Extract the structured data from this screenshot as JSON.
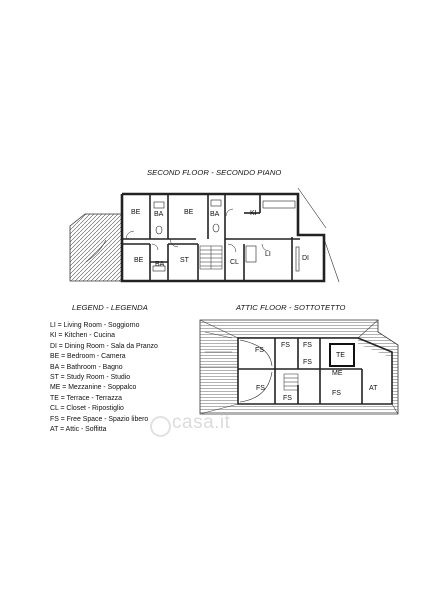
{
  "headings": {
    "second_floor": "SECOND FLOOR - SECONDO PIANO",
    "legend": "LEGEND - LEGENDA",
    "attic_floor": "ATTIC FLOOR - SOTTOTETTO"
  },
  "second_floor_rooms": {
    "be1": "BE",
    "ba1": "BA",
    "be2": "BE",
    "ba2": "BA",
    "ki": "KI",
    "be3": "BE",
    "ba3": "BA",
    "st": "ST",
    "cl": "CL",
    "li": "LI",
    "di": "DI"
  },
  "attic_rooms": {
    "fs1": "FS",
    "fs2": "FS",
    "fs3": "FS",
    "te": "TE",
    "fs4": "FS",
    "fs5": "FS",
    "me": "ME",
    "fs6": "FS",
    "fs7": "FS",
    "at": "AT"
  },
  "legend_items": [
    "LI = Living Room - Soggiorno",
    "KI = Kitchen - Cucina",
    "DI = Dining Room - Sala da Pranzo",
    "BE = Bedroom - Camera",
    "BA = Bathroom - Bagno",
    "ST = Study Room - Studio",
    "ME = Mezzanine - Soppalco",
    "TE = Terrace - Terrazza",
    "CL = Closet - Ripostiglio",
    "FS = Free Space - Spazio libero",
    "AT = Attic - Soffitta"
  ],
  "watermark": "casa.it"
}
